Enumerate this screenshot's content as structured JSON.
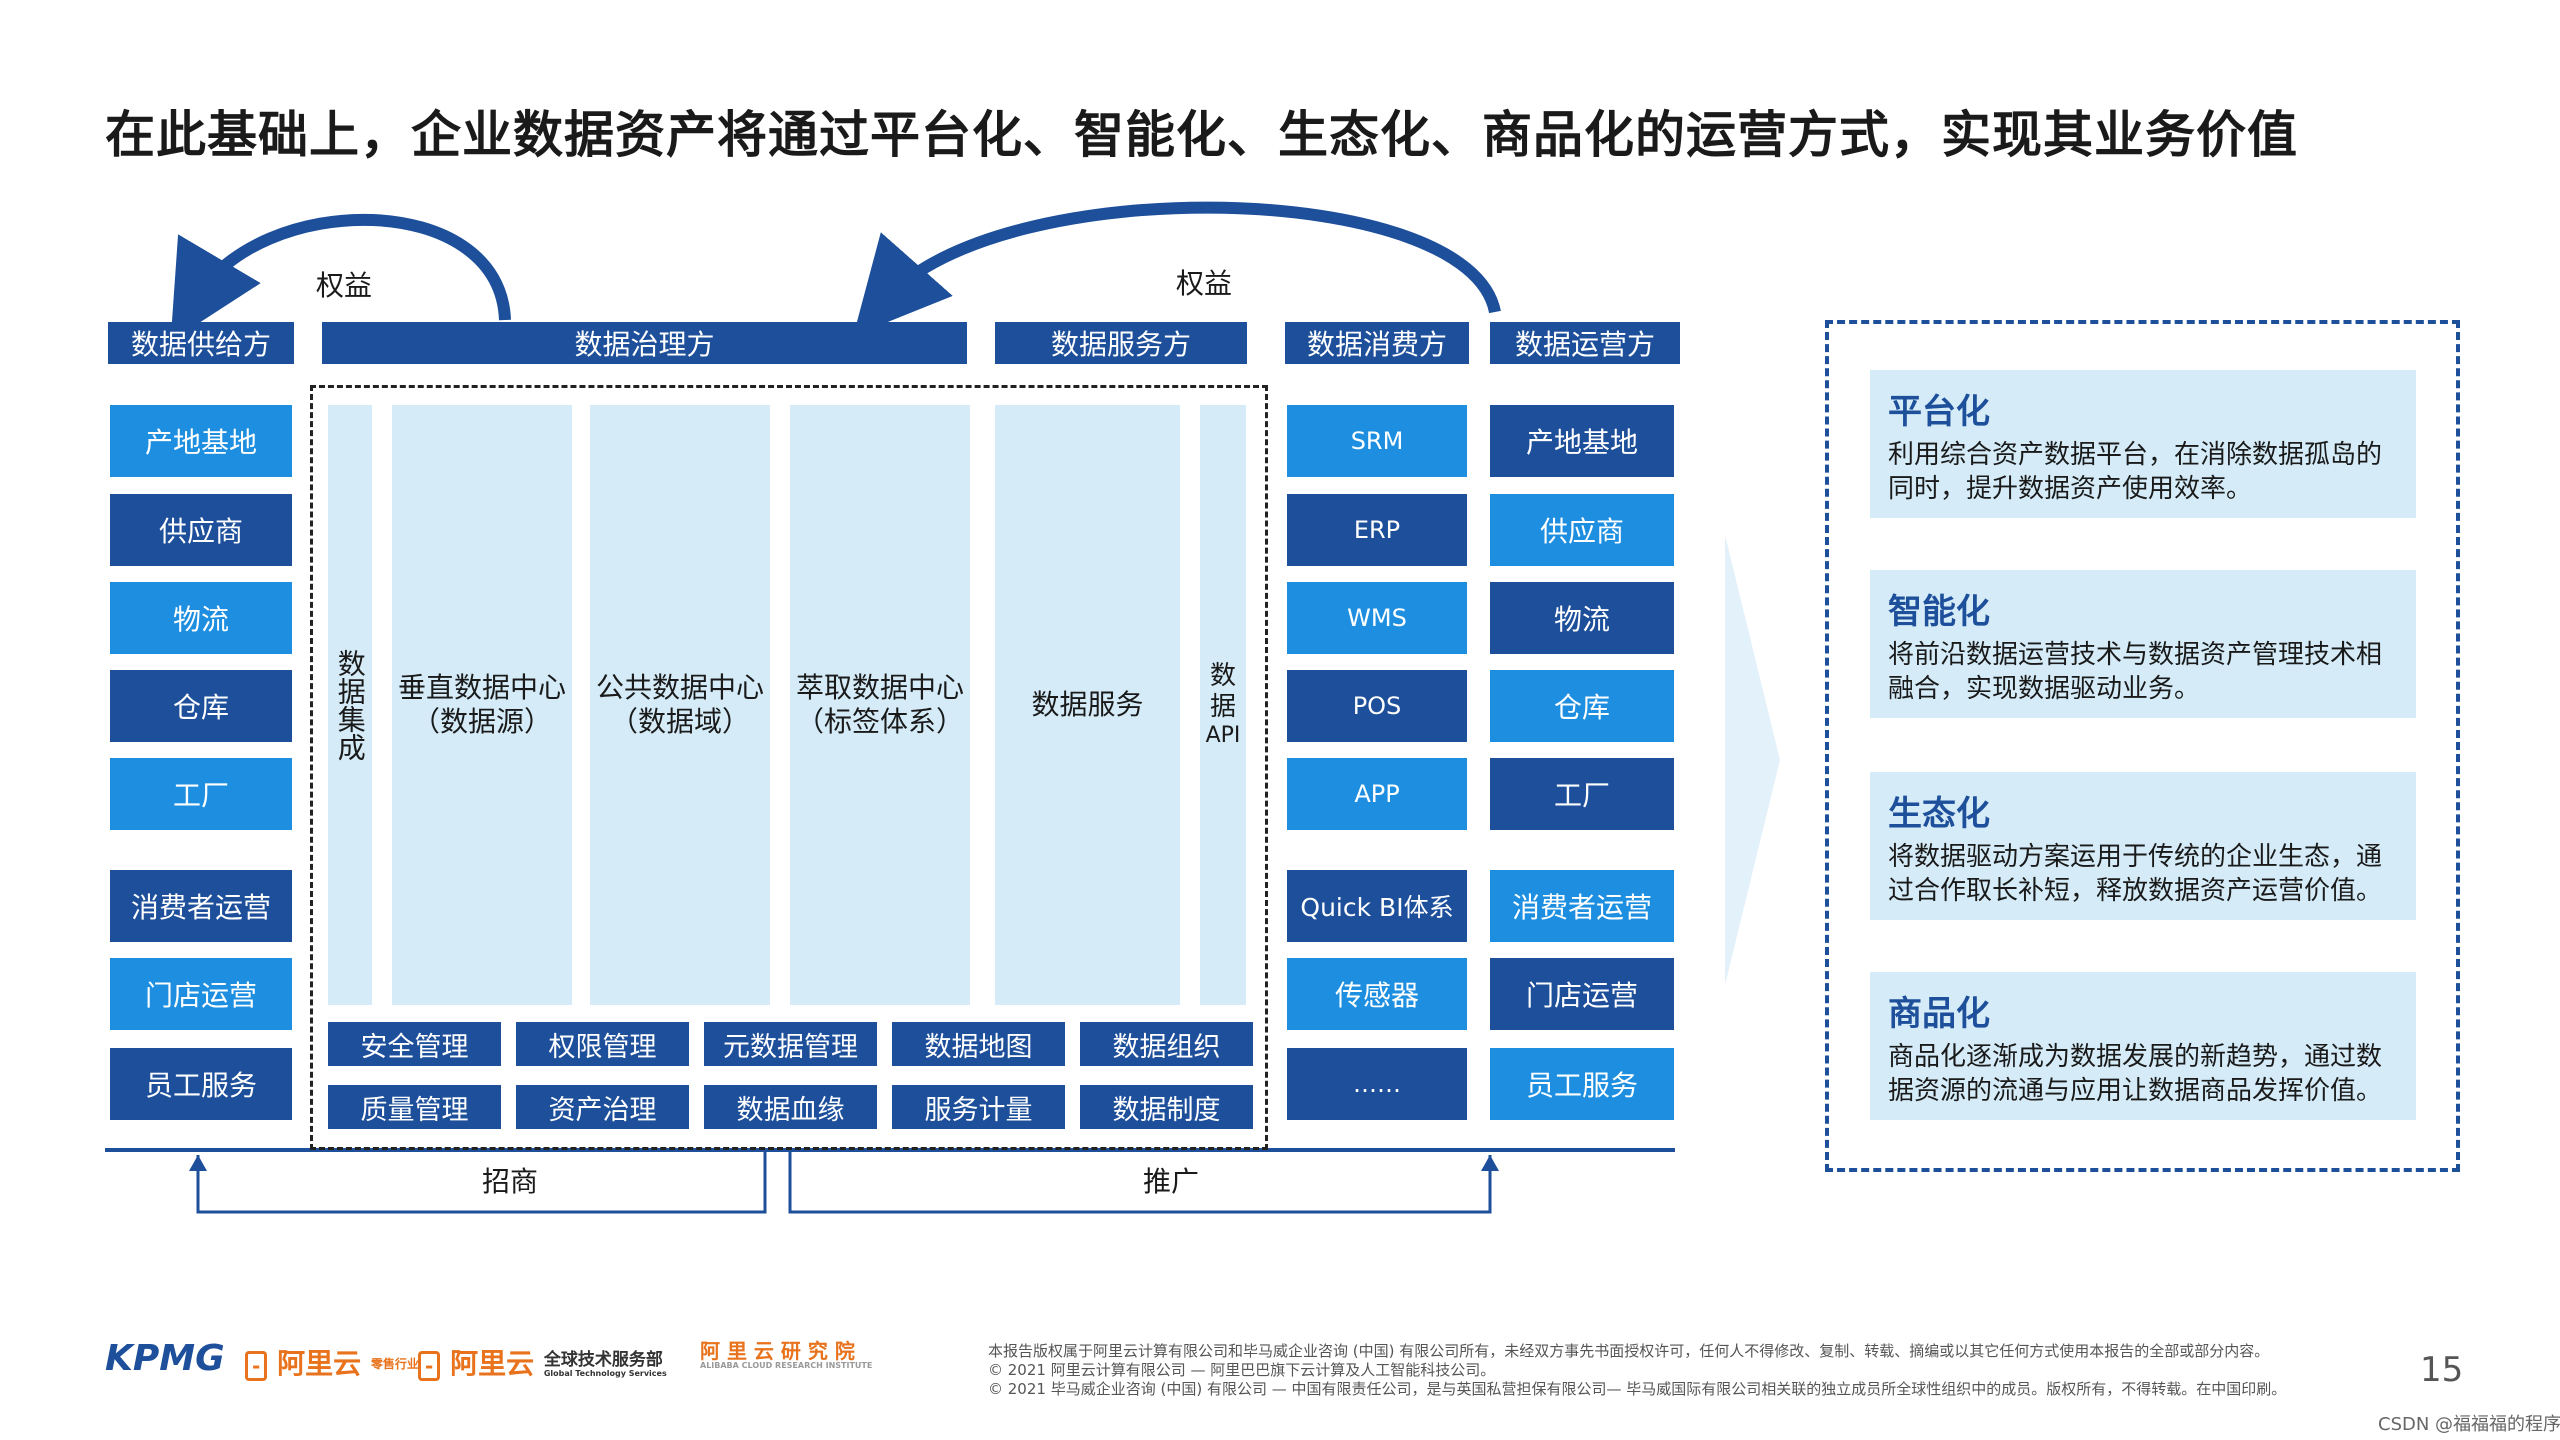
{
  "title": "在此基础上，企业数据资产将通过平台化、智能化、生态化、商品化的运营方式，实现其业务价值",
  "arrows": {
    "left_label": "权益",
    "right_label": "权益",
    "bottom_left": "招商",
    "bottom_right": "推广"
  },
  "headers": {
    "supplier": "数据供给方",
    "governance": "数据治理方",
    "service": "数据服务方",
    "consumer": "数据消费方",
    "operator": "数据运营方"
  },
  "supplier_items": [
    "产地基地",
    "供应商",
    "物流",
    "仓库",
    "工厂",
    "消费者运营",
    "门店运营",
    "员工服务"
  ],
  "governance_columns": {
    "integration": "数据集成",
    "vertical": [
      "垂直数据中心",
      "（数据源）"
    ],
    "public": [
      "公共数据中心",
      "（数据域）"
    ],
    "extract": [
      "萃取数据中心",
      "（标签体系）"
    ],
    "service": "数据服务",
    "api": [
      "数",
      "据",
      "API"
    ]
  },
  "management_row1": [
    "安全管理",
    "权限管理",
    "元数据管理",
    "数据地图",
    "数据组织"
  ],
  "management_row2": [
    "质量管理",
    "资产治理",
    "数据血缘",
    "服务计量",
    "数据制度"
  ],
  "consumer_items": [
    "SRM",
    "ERP",
    "WMS",
    "POS",
    "APP",
    "Quick BI体系",
    "传感器",
    "……"
  ],
  "operator_items": [
    "产地基地",
    "供应商",
    "物流",
    "仓库",
    "工厂",
    "消费者运营",
    "门店运营",
    "员工服务"
  ],
  "cards": [
    {
      "title": "平台化",
      "text": "利用综合资产数据平台，在消除数据孤岛的同时，提升数据资产使用效率。"
    },
    {
      "title": "智能化",
      "text": "将前沿数据运营技术与数据资产管理技术相融合，实现数据驱动业务。"
    },
    {
      "title": "生态化",
      "text": "将数据驱动方案运用于传统的企业生态，通过合作取长补短，释放数据资产运营价值。"
    },
    {
      "title": "商品化",
      "text": "商品化逐渐成为数据发展的新趋势，通过数据资源的流通与应用让数据商品发挥价值。"
    }
  ],
  "footer": {
    "logos": [
      "KPMG",
      "阿里云",
      "零售行业",
      "阿里云",
      "全球技术服务部",
      "Global Technology Services",
      "阿 里 云 研 究 院",
      "ALIBABA CLOUD RESEARCH INSTITUTE"
    ],
    "lines": [
      "本报告版权属于阿里云计算有限公司和毕马威企业咨询 (中国) 有限公司所有，未经双方事先书面授权许可，任何人不得修改、复制、转载、摘编或以其它任何方式使用本报告的全部或部分内容。",
      "© 2021 阿里云计算有限公司 — 阿里巴巴旗下云计算及人工智能科技公司。",
      "© 2021 毕马威企业咨询 (中国) 有限公司 — 中国有限责任公司，是与英国私营担保有限公司— 毕马威国际有限公司相关联的独立成员所全球性组织中的成员。版权所有，不得转载。在中国印刷。"
    ],
    "page_number": "15",
    "watermark": "CSDN @福福福的程序员"
  },
  "colors": {
    "dark_blue": "#1d4f9b",
    "light_blue": "#1e8fe0",
    "pale_blue": "#d5ecf8"
  }
}
